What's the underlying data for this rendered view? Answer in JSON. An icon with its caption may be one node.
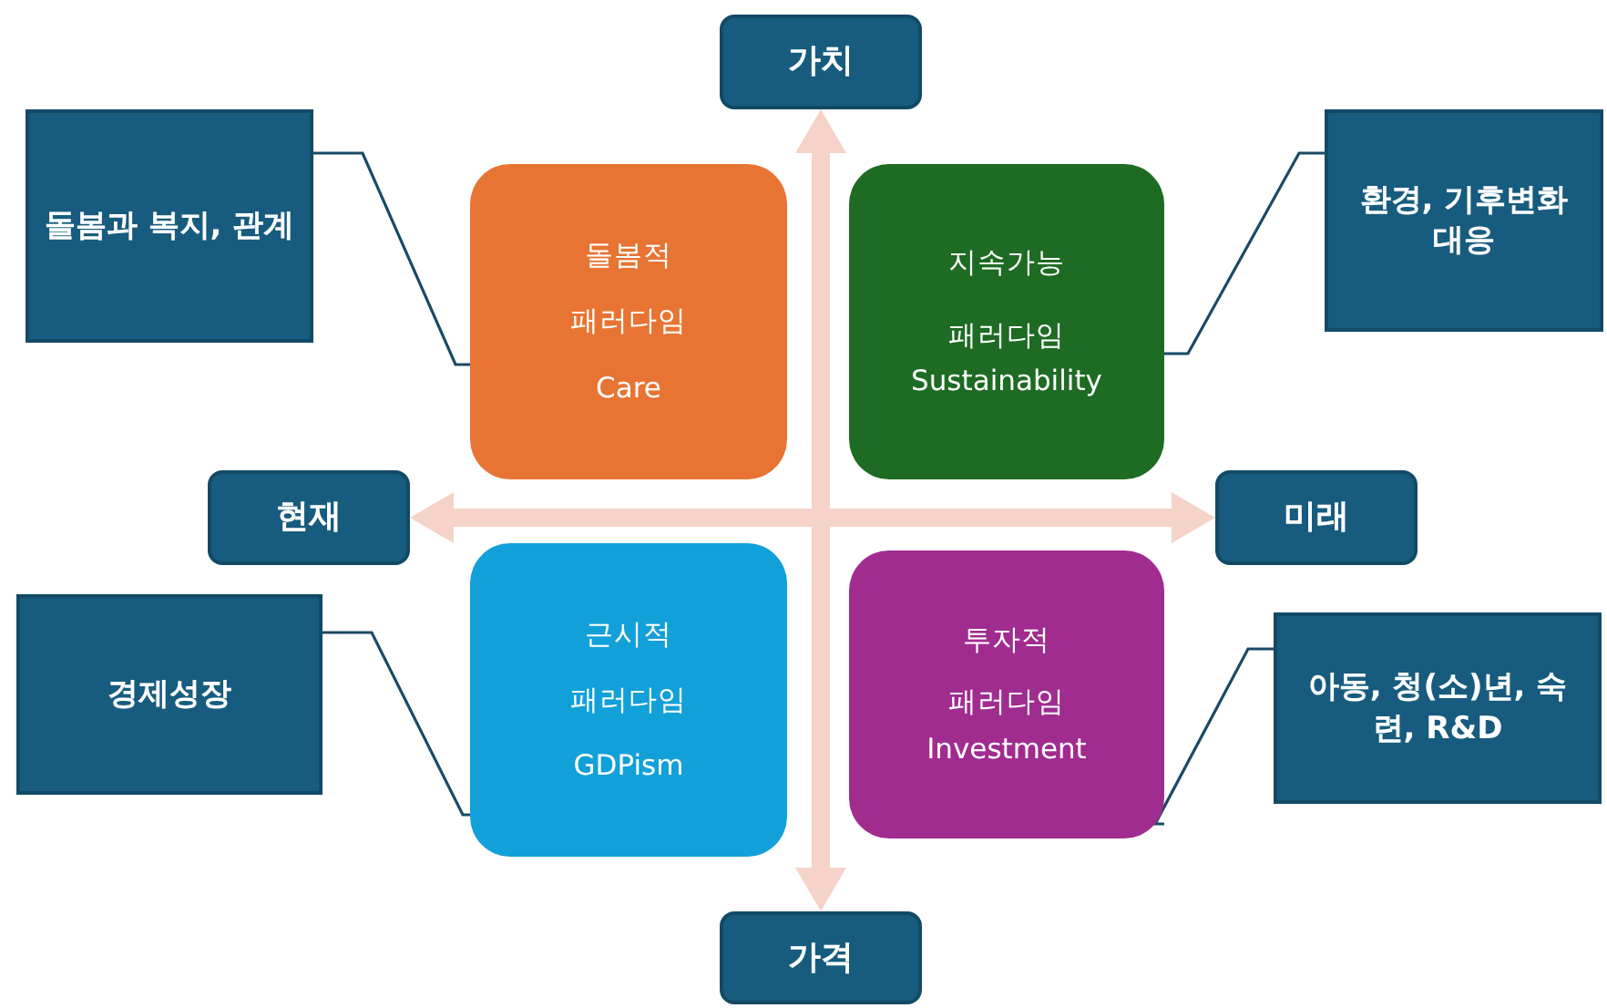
{
  "diagram": {
    "nodes": [
      {
        "text": [
          "가치"
        ]
      },
      {
        "text": [
          "돌봄과 복지, 관계"
        ]
      },
      {
        "text": [
          "돌봄적",
          "패러다임",
          "Care"
        ]
      },
      {
        "text": [
          "지속가능",
          "패러다임",
          "Sustainability"
        ]
      },
      {
        "text": [
          "환경, 기후변화 대응"
        ]
      },
      {
        "text": [
          "현재"
        ]
      },
      {
        "text": [
          "미래"
        ]
      },
      {
        "text": [
          "경제성장"
        ]
      },
      {
        "text": [
          "근시적",
          "패러다임",
          "GDPism"
        ]
      },
      {
        "text": [
          "투자적",
          "패러다임",
          "Investment"
        ]
      },
      {
        "text": [
          "아동, 청(소)년, 숙련, R&D"
        ]
      },
      {
        "text": [
          "가격"
        ]
      }
    ],
    "edges": [
      {
        "from": 11,
        "to": 0,
        "arrow": "both",
        "style": "thick",
        "color": "#f6d3c9"
      },
      {
        "from": 5,
        "to": 6,
        "arrow": "both",
        "style": "thick",
        "color": "#f6d3c9"
      },
      {
        "from": 1,
        "to": 2,
        "arrow": "none"
      },
      {
        "from": 4,
        "to": 3,
        "arrow": "none"
      },
      {
        "from": 7,
        "to": 8,
        "arrow": "none"
      },
      {
        "from": 10,
        "to": 9,
        "arrow": "none"
      }
    ]
  }
}
